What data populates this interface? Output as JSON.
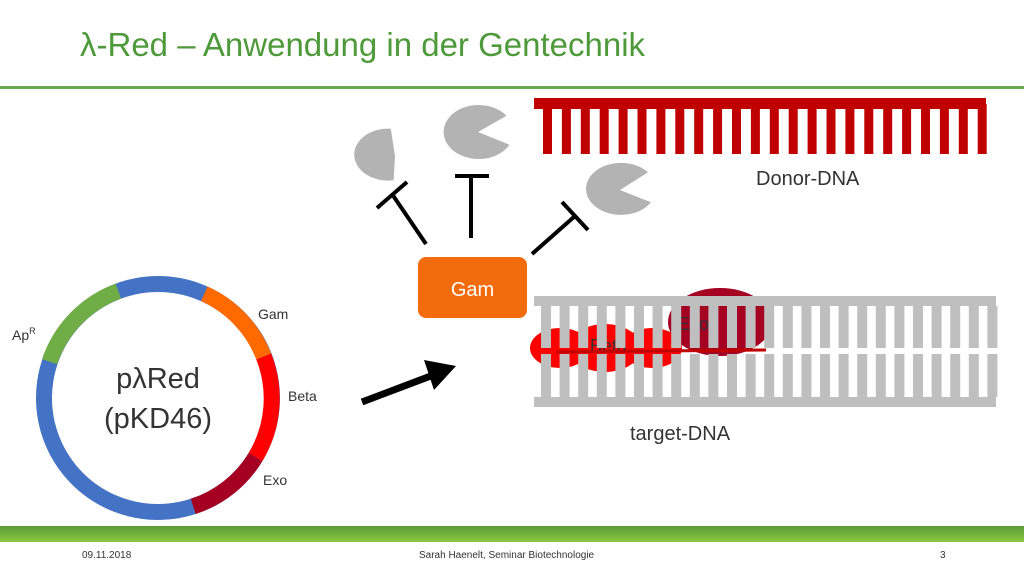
{
  "slide": {
    "title": "λ-Red – Anwendung in der Gentechnik"
  },
  "plasmid": {
    "name_line1": "pλRed",
    "name_line2": "(pKD46)",
    "labels": {
      "apr": "Ap",
      "apr_superscript": "R",
      "gam": "Gam",
      "beta": "Beta",
      "exo": "Exo"
    },
    "colors": {
      "backbone": "#4472c4",
      "apr": "#70ad47",
      "gam": "#ff6a00",
      "beta": "#ff0000",
      "exo": "#a50021"
    }
  },
  "gam_box": {
    "label": "Gam",
    "color": "#f26c0d"
  },
  "donor_dna": {
    "label": "Donor-DNA",
    "color": "#c00000"
  },
  "target_dna": {
    "label": "target-DNA",
    "color": "#bfbfbf"
  },
  "proteins": {
    "beta_label": "Beta",
    "exo_label": "Exo"
  },
  "footer": {
    "date": "09.11.2018",
    "author": "Sarah Haenelt, Seminar Biotechnologie",
    "page": "3"
  }
}
